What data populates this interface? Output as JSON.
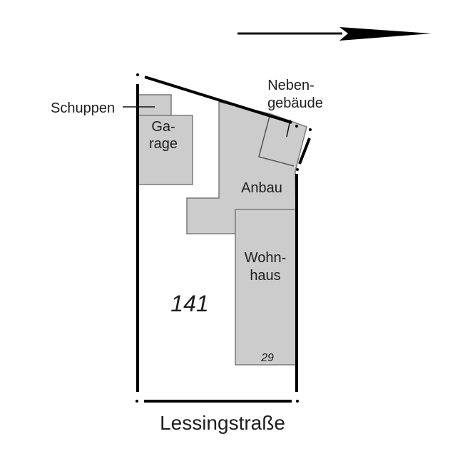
{
  "diagram": {
    "type": "site-plan",
    "north_arrow": {
      "direction": "east-pointing",
      "icon": "arrow-right-icon"
    },
    "parcel": {
      "number": "141"
    },
    "street": {
      "name": "Lessingstraße"
    },
    "buildings": {
      "schuppen": {
        "label": "Schuppen"
      },
      "garage": {
        "line1": "Ga-",
        "line2": "rage"
      },
      "nebengebaeude": {
        "line1": "Neben-",
        "line2": "gebäude"
      },
      "anbau": {
        "label": "Anbau"
      },
      "wohnhaus": {
        "line1": "Wohn-",
        "line2": "haus",
        "house_number": "29"
      }
    },
    "colors": {
      "building_fill": "#cccccc",
      "building_stroke": "#7a7a7a",
      "boundary": "#000000",
      "background": "#ffffff"
    }
  }
}
